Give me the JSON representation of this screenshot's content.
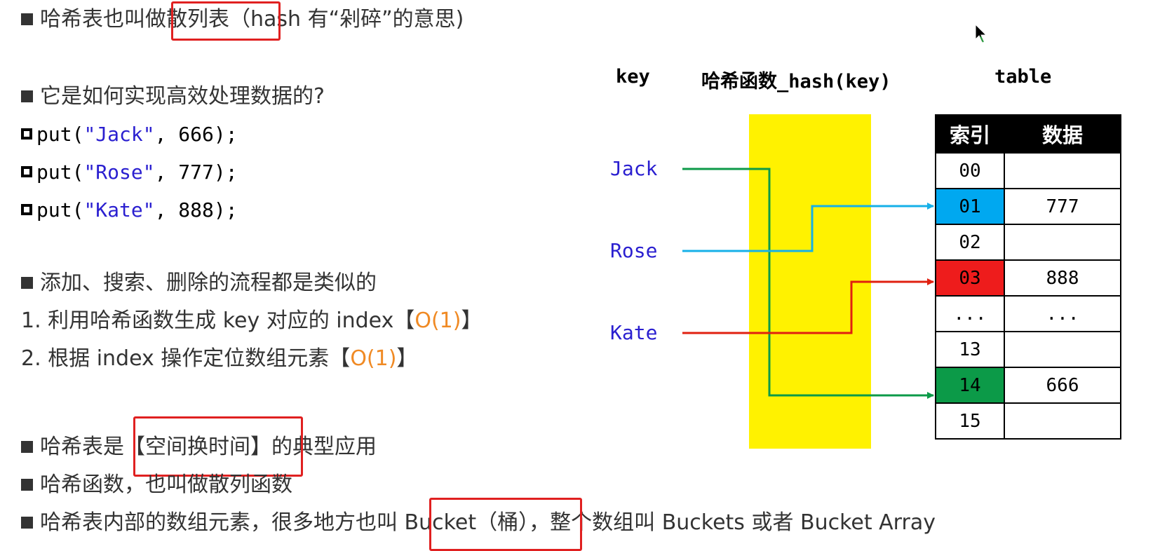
{
  "left": {
    "line1": {
      "a": "哈希表也叫做",
      "hl": "散列表（",
      "b": "hash 有“剁碎”的意思)"
    },
    "line2": "它是如何实现高效处理数据的?",
    "puts": [
      {
        "pre": "put(",
        "key": "\"Jack\"",
        "post": ", 666);"
      },
      {
        "pre": "put(",
        "key": "\"Rose\"",
        "post": ", 777);"
      },
      {
        "pre": "put(",
        "key": "\"Kate\"",
        "post": ", 888);"
      }
    ],
    "line6": "添加、搜索、删除的流程都是类似的",
    "step1": {
      "text": "1.  利用哈希函数生成 key 对应的 index【",
      "o": "O(1)",
      "end": "】"
    },
    "step2": {
      "text": "2.  根据 index 操作定位数组元素【",
      "o": "O(1)",
      "end": "】"
    },
    "line9": {
      "a": "哈希表是",
      "hl": "【空间换时间】",
      "b": "的典型应用"
    },
    "line10": "哈希函数，也叫做散列函数",
    "line11": {
      "a": "哈希表内部的数组元素，很多地方也叫",
      "hl": " Bucket（桶）",
      "b": "，整个数组叫 Buckets 或者 Bucket Array"
    }
  },
  "diagram": {
    "key_label": "key",
    "func_label": "哈希函数_hash(key)",
    "table_label": "table",
    "keys": [
      "Jack",
      "Rose",
      "Kate"
    ],
    "table": {
      "headers": [
        "索引",
        "数据"
      ],
      "rows": [
        {
          "index": "00",
          "value": "",
          "color": ""
        },
        {
          "index": "01",
          "value": "777",
          "color": "#00a8f0"
        },
        {
          "index": "02",
          "value": "",
          "color": ""
        },
        {
          "index": "03",
          "value": "888",
          "color": "#ee1c1c"
        },
        {
          "index": "...",
          "value": "...",
          "color": ""
        },
        {
          "index": "13",
          "value": "",
          "color": ""
        },
        {
          "index": "14",
          "value": "666",
          "color": "#0c9a48"
        },
        {
          "index": "15",
          "value": "",
          "color": ""
        }
      ]
    },
    "arrow_colors": {
      "jack": "#0c9a48",
      "rose": "#16b0e8",
      "kate": "#e02010"
    },
    "highlight_color": "#fff200"
  }
}
